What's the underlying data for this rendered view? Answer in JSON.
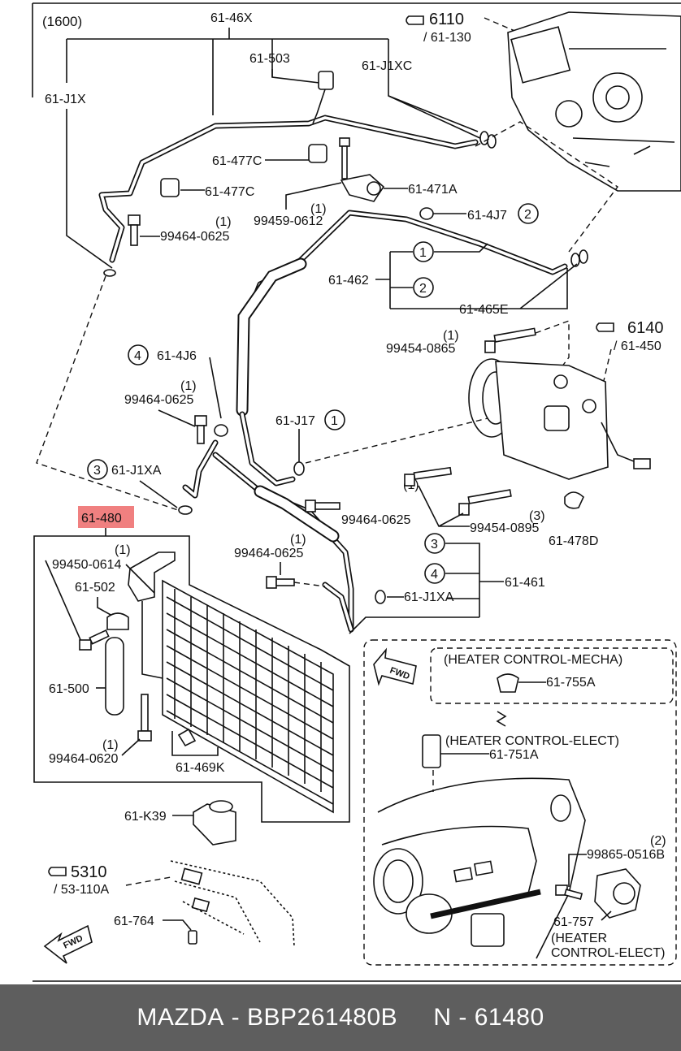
{
  "diagram": {
    "header_code": "(1600)",
    "refs": [
      {
        "id": "ref-6110",
        "main": "6110",
        "sub": "/ 61-130"
      },
      {
        "id": "ref-6140",
        "main": "6140",
        "sub": "/ 61-450"
      },
      {
        "id": "ref-5310",
        "main": "5310",
        "sub": "/ 53-110A"
      }
    ],
    "labels": {
      "l_46x": "61-46X",
      "l_503": "61-503",
      "l_j1xc": "61-J1XC",
      "l_j1x": "61-J1X",
      "l_477c_a": "61-477C",
      "l_477c_b": "61-477C",
      "l_471a": "61-471A",
      "l_99459_q": "(1)",
      "l_99459": "99459-0612",
      "l_99464_a_q": "(1)",
      "l_99464_a": "99464-0625",
      "l_4j7": "61-4J7",
      "l_462": "61-462",
      "l_465e": "61-465E",
      "l_99454_865_q": "(1)",
      "l_99454_865": "99454-0865",
      "l_4j6": "61-4J6",
      "l_99464_b_q": "(1)",
      "l_99464_b": "99464-0625",
      "l_j17": "61-J17",
      "l_j1xa_a": "61-J1XA",
      "l_99464_c_q": "(1)",
      "l_99464_c": "99464-0625",
      "l_99454_895_q": "(3)",
      "l_99454_895": "99454-0895",
      "l_478d": "61-478D",
      "l_480": "61-480",
      "l_99450_q": "(1)",
      "l_99450": "99450-0614",
      "l_99464_d_q": "(1)",
      "l_99464_d": "99464-0625",
      "l_502": "61-502",
      "l_461": "61-461",
      "l_j1xa_b": "61-J1XA",
      "l_500": "61-500",
      "l_99464_e_q": "(1)",
      "l_99464_e": "99464-0620",
      "l_469k": "61-469K",
      "l_k39": "61-K39",
      "l_764": "61-764",
      "l_heater_mecha": "(HEATER CONTROL-MECHA)",
      "l_755a": "61-755A",
      "l_heater_elect_a": "(HEATER CONTROL-ELECT)",
      "l_751a": "61-751A",
      "l_99865_q": "(2)",
      "l_99865": "99865-0516B",
      "l_757": "61-757",
      "l_heater_elect_b1": "(HEATER",
      "l_heater_elect_b2": "CONTROL-ELECT)",
      "fwd": "FWD"
    },
    "circled_numbers": [
      "1",
      "2",
      "3",
      "4"
    ],
    "highlight_color": "#f08080"
  },
  "footer": {
    "brand": "MAZDA",
    "separator": " - ",
    "part_number": "BBP261480B",
    "gap": "     ",
    "n_label": "N",
    "n_number": "61480"
  }
}
